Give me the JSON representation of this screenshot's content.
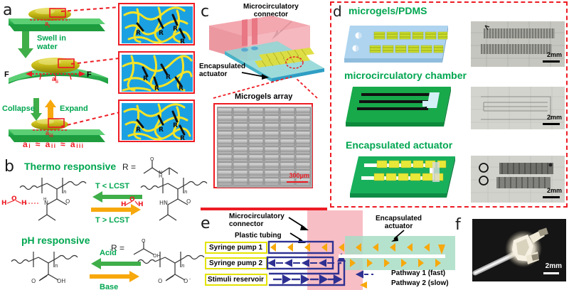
{
  "figure": {
    "panels": [
      "a",
      "b",
      "c",
      "d",
      "e",
      "f"
    ]
  },
  "panel_a": {
    "letter": "a",
    "steps": [
      {
        "label": "Swell in",
        "label2": "water"
      },
      {
        "label": "Collapse"
      },
      {
        "label": "Expand"
      }
    ],
    "force_left": "F",
    "force_right": "F",
    "dim_i": "a",
    "dim_i_sub": "i",
    "dim_ii": "a",
    "dim_ii_sub": "ii",
    "dim_iii": "a",
    "dim_iii_sub": "iii",
    "relation": "aᵢ ≈ aᵢᵢ ≈ aᵢᵢᵢ",
    "network_label": "R",
    "colors": {
      "green": "#2cb34a",
      "yellow": "#cfc227",
      "blue": "#1ba1e2",
      "red": "#ed1c24"
    }
  },
  "panel_b": {
    "letter": "b",
    "thermo_title": "Thermo responsive",
    "ph_title": "pH responsive",
    "r_equals": "R =",
    "thermo_forward": "T > LCST",
    "thermo_backward": "T < LCST",
    "ph_forward": "Base",
    "ph_backward": "Acid",
    "atoms": {
      "O": "O",
      "H": "H",
      "N": "N",
      "n": "n",
      "OH": "OH",
      "O_minus": "O⁻",
      "HN": "HN"
    }
  },
  "panel_c": {
    "letter": "c",
    "label_connector": "Microcirculatory\nconnector",
    "label_connector_line1": "Microcirculatory",
    "label_connector_line2": "connector",
    "label_actuator_line1": "Encapsulated",
    "label_actuator_line2": "actuator",
    "inset_title": "Microgels array",
    "scale_bar": "300μm"
  },
  "panel_d": {
    "letter": "d",
    "rows": [
      {
        "title": "microgels/PDMS",
        "scale": "2mm"
      },
      {
        "title": "microcirculatory chamber",
        "scale": "2mm"
      },
      {
        "title": "Encapsulated actuator",
        "scale": "2mm"
      }
    ]
  },
  "panel_e": {
    "letter": "e",
    "label_connector_line1": "Microcirculatory",
    "label_connector_line2": "connector",
    "label_tubing": "Plastic tubing",
    "label_actuator_line1": "Encapsulated",
    "label_actuator_line2": "actuator",
    "boxes": [
      {
        "label": "Syringe pump 1"
      },
      {
        "label": "Syringe pump 2"
      },
      {
        "label": "Stimuli reservoir"
      }
    ],
    "legend": [
      {
        "label": "Pathway 1 (fast)",
        "color": "#2e3192"
      },
      {
        "label": "Pathway 2 (slow)",
        "color": "#f7941e"
      }
    ]
  },
  "panel_f": {
    "letter": "f",
    "scale_bar": "2mm"
  }
}
